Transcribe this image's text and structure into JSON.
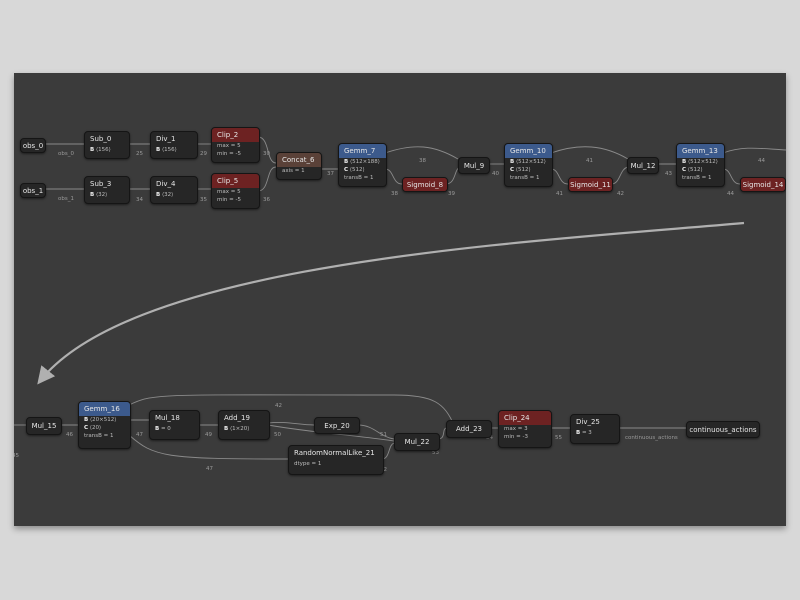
{
  "nodes": {
    "obs_0": {
      "label": "obs_0"
    },
    "obs_1": {
      "label": "obs_1"
    },
    "sub_0": {
      "label": "Sub_0",
      "a1": [
        "B",
        "⟨156⟩"
      ]
    },
    "sub_3": {
      "label": "Sub_3",
      "a1": [
        "B",
        "⟨32⟩"
      ]
    },
    "div_1": {
      "label": "Div_1",
      "a1": [
        "B",
        "⟨156⟩"
      ]
    },
    "div_4": {
      "label": "Div_4",
      "a1": [
        "B",
        "⟨32⟩"
      ]
    },
    "clip_2": {
      "label": "Clip_2",
      "a1": "max = 5",
      "a2": "min = -5"
    },
    "clip_5": {
      "label": "Clip_5",
      "a1": "max = 5",
      "a2": "min = -5"
    },
    "concat_6": {
      "label": "Concat_6",
      "a1": "axis = 1"
    },
    "gemm_7": {
      "label": "Gemm_7",
      "a1": [
        "B",
        "⟨512×188⟩"
      ],
      "a2": [
        "C",
        "⟨512⟩"
      ],
      "a3": "transB = 1"
    },
    "sigmoid_8": {
      "label": "Sigmoid_8"
    },
    "mul_9": {
      "label": "Mul_9"
    },
    "gemm_10": {
      "label": "Gemm_10",
      "a1": [
        "B",
        "⟨512×512⟩"
      ],
      "a2": [
        "C",
        "⟨512⟩"
      ],
      "a3": "transB = 1"
    },
    "sigmoid_11": {
      "label": "Sigmoid_11"
    },
    "mul_12": {
      "label": "Mul_12"
    },
    "gemm_13": {
      "label": "Gemm_13",
      "a1": [
        "B",
        "⟨512×512⟩"
      ],
      "a2": [
        "C",
        "⟨512⟩"
      ],
      "a3": "transB = 1"
    },
    "sigmoid_14": {
      "label": "Sigmoid_14"
    },
    "mul_15": {
      "label": "Mul_15"
    },
    "gemm_16": {
      "label": "Gemm_16",
      "a1": [
        "B",
        "⟨20×512⟩"
      ],
      "a2": [
        "C",
        "⟨20⟩"
      ],
      "a3": "transB = 1"
    },
    "mul_18": {
      "label": "Mul_18",
      "a1": [
        "B",
        "= 0"
      ]
    },
    "add_19": {
      "label": "Add_19",
      "a1": [
        "B",
        "⟨1×20⟩"
      ]
    },
    "exp_20": {
      "label": "Exp_20"
    },
    "random_21": {
      "label": "RandomNormalLike_21",
      "a1": "dtype = 1"
    },
    "mul_22": {
      "label": "Mul_22"
    },
    "add_23": {
      "label": "Add_23"
    },
    "clip_24": {
      "label": "Clip_24",
      "a1": "max = 3",
      "a2": "min = -3"
    },
    "div_25": {
      "label": "Div_25",
      "a1": [
        "B",
        "= 3"
      ]
    },
    "output": {
      "label": "continuous_actions"
    }
  },
  "edge_labels": {
    "e_obs0": "obs_0",
    "e_obs1": "obs_1",
    "e25": "25",
    "e29": "29",
    "e30": "30",
    "e34": "34",
    "e35": "35",
    "e36": "36",
    "e37": "37",
    "e38": "38",
    "e38b": "38",
    "e39": "39",
    "e40": "40",
    "e41": "41",
    "e41b": "41",
    "e42": "42",
    "e43": "43",
    "e44": "44",
    "e44b": "44",
    "e45": "45",
    "e46": "46",
    "e47": "47",
    "e47b": "47",
    "e42b": "42",
    "e49": "49",
    "e50": "50",
    "e51": "51",
    "e52": "52",
    "e53": "53",
    "e54": "54",
    "e55": "55",
    "e_out": "continuous_actions"
  },
  "colors": {
    "canvas": "#3b3b3b",
    "node": "#262626",
    "gemm_header": "#3c5a8c",
    "clip_header": "#6d2222",
    "concat_header": "#5a4138",
    "edge": "#8a8a8a"
  }
}
